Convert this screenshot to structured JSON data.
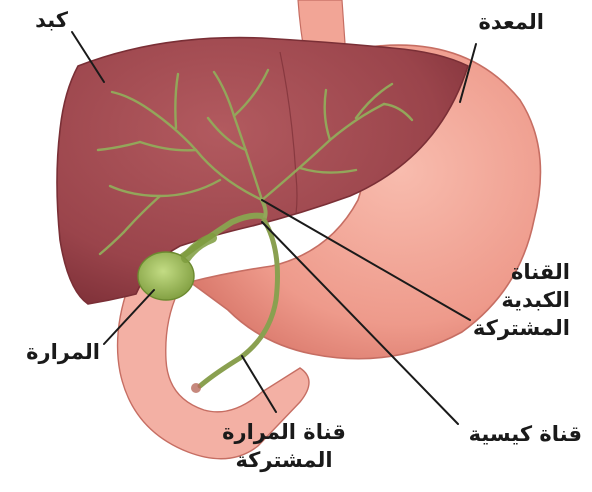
{
  "labels": {
    "liver": "كبد",
    "stomach": "المعدة",
    "common_hepatic_duct": [
      "القناة",
      "الكبدية",
      "المشتركة"
    ],
    "gallbladder": "المرارة",
    "cystic_duct": "قناة كيسية",
    "common_bile_duct": [
      "قناة المرارة",
      "المشتركة"
    ]
  },
  "colors": {
    "liver": "#9e4a4f",
    "liver_edge": "#7a2f36",
    "stomach": "#f0a193",
    "stomach_edge": "#c66e63",
    "duodenum": "#f3b0a4",
    "gallbladder": "#9cbd5a",
    "bile_duct": "#93a65a",
    "leader_line": "#1a1a1a"
  }
}
